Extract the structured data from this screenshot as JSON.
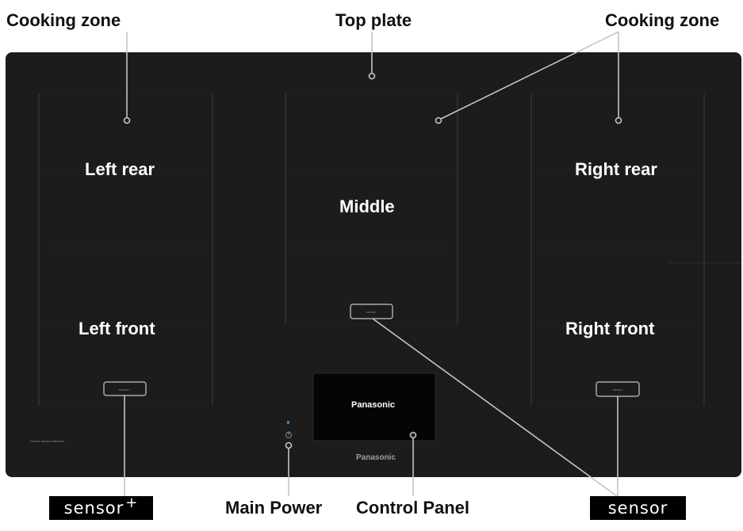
{
  "callouts": {
    "cooking_zone_left": "Cooking zone",
    "top_plate": "Top plate",
    "cooking_zone_right": "Cooking zone",
    "main_power": "Main Power",
    "control_panel": "Control Panel"
  },
  "zones": {
    "left_rear": "Left rear",
    "left_front": "Left front",
    "middle": "Middle",
    "right_rear": "Right rear",
    "right_front": "Right front"
  },
  "sensor_badges": {
    "plus_text": "sensor",
    "plus_mark": "+",
    "standard_text": "sensor"
  },
  "cooktop": {
    "series_text": "Genius sensor induction",
    "display_brand": "Panasonic",
    "plate_brand": "Panasonic",
    "power_symbol": "⏻",
    "indicator_color": "#1e88e5"
  },
  "colors": {
    "cooktop": "#1c1c1c",
    "callout_line": "#bdbdbd"
  },
  "icons": [
    "power-icon",
    "indicator-led",
    "callout-dot"
  ]
}
